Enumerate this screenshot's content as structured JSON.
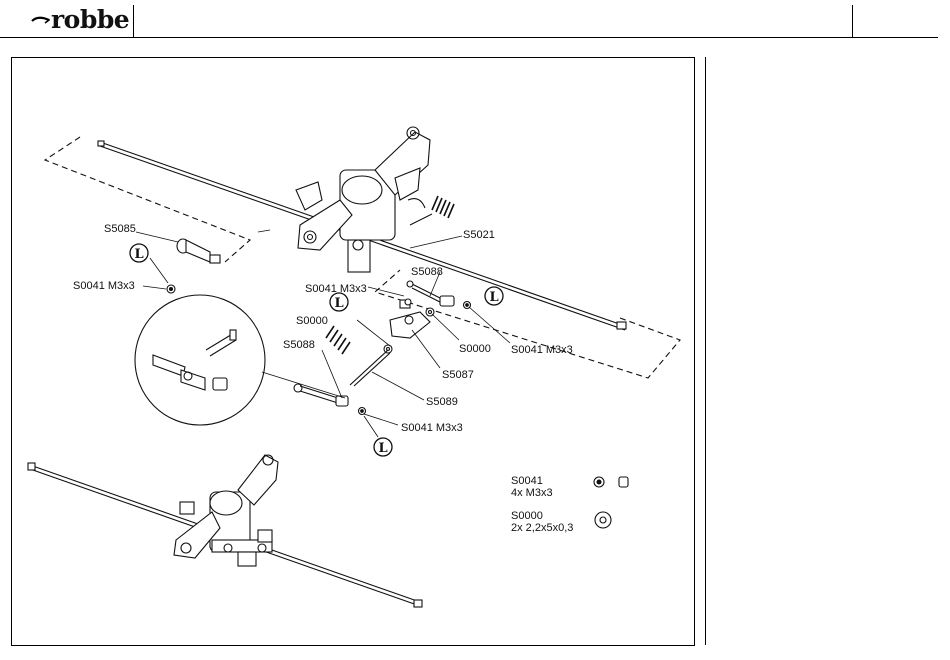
{
  "header": {
    "logo_text": "robbe"
  },
  "callouts": {
    "s5085": "S5085",
    "s0041_left": "S0041 M3x3",
    "s5021": "S5021",
    "s5088_top": "S5088",
    "s0041_center": "S0041 M3x3",
    "s0000_left": "S0000",
    "s0000_right": "S0000",
    "s0041_right": "S0041 M3x3",
    "s5088_left": "S5088",
    "s5087": "S5087",
    "s5089": "S5089",
    "s0041_bottom": "S0041 M3x3",
    "lock_badge": "L"
  },
  "parts_legend": [
    {
      "code": "S0041",
      "qty": "4x M3x3"
    },
    {
      "code": "S0000",
      "qty": "2x 2,2x5x0,3"
    }
  ]
}
